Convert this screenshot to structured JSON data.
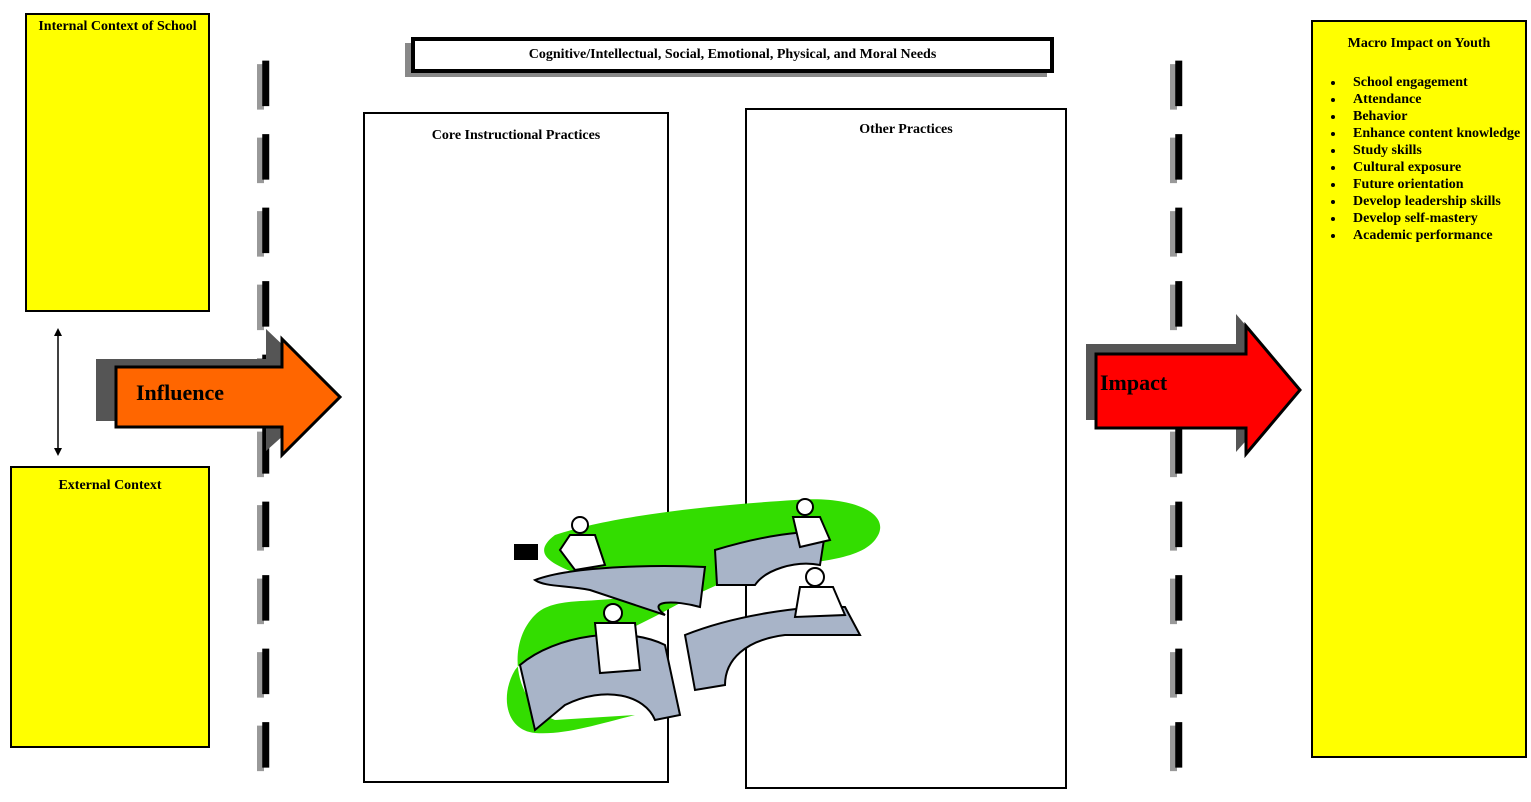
{
  "internal_context": {
    "title": "Internal Context of School"
  },
  "external_context": {
    "title": "External Context"
  },
  "needs": {
    "label": "Cognitive/Intellectual, Social, Emotional, Physical, and Moral Needs"
  },
  "core_practices": {
    "title": "Core Instructional Practices"
  },
  "other_practices": {
    "title": "Other Practices"
  },
  "influence_arrow": {
    "label": "Influence",
    "color": "#ff6600"
  },
  "impact_arrow": {
    "label": "Impact",
    "color": "#ff0000"
  },
  "macro_impact": {
    "title": "Macro Impact on Youth",
    "items": [
      "School engagement",
      "Attendance",
      "Behavior",
      "Enhance content knowledge",
      "Study skills",
      "Cultural exposure",
      "Future orientation",
      "Develop leadership skills",
      "Develop self-mastery",
      "Academic performance"
    ]
  },
  "colors": {
    "context_fill": "#ffff00",
    "clipart_green": "#33dd00",
    "clipart_bridge": "#a8b4c8"
  },
  "clipart": {
    "name": "people-on-bridges-illustration"
  }
}
